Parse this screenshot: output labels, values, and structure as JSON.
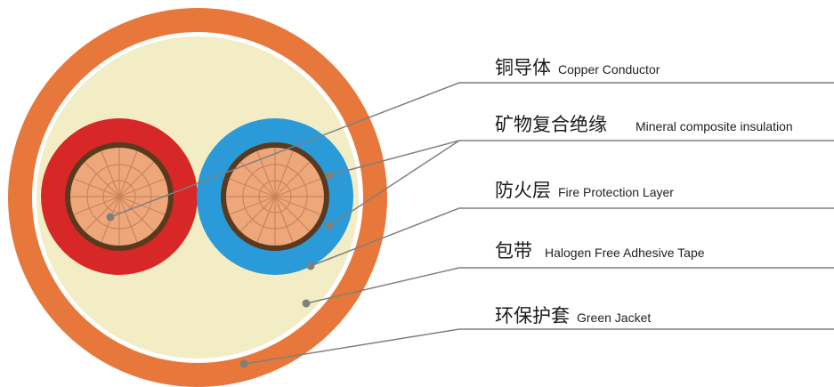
{
  "colors": {
    "jacket": "#E7773A",
    "tape": "#FFFFFF",
    "filler": "#F2EDC4",
    "core_left_insulation": "#D82727",
    "core_right_insulation": "#2A9BD8",
    "conductor_fill": "#EDA77A",
    "conductor_outline": "#5A3A1E",
    "leader_line": "#7F7F7F"
  },
  "labels": [
    {
      "cn": "铜导体",
      "en": "Copper Conductor"
    },
    {
      "cn": "矿物复合绝缘",
      "en": "Mineral composite insulation"
    },
    {
      "cn": "防火层",
      "en": "Fire Protection Layer"
    },
    {
      "cn": "包带",
      "en": "Halogen Free Adhesive Tape"
    },
    {
      "cn": "环保护套",
      "en": "Green Jacket"
    }
  ]
}
